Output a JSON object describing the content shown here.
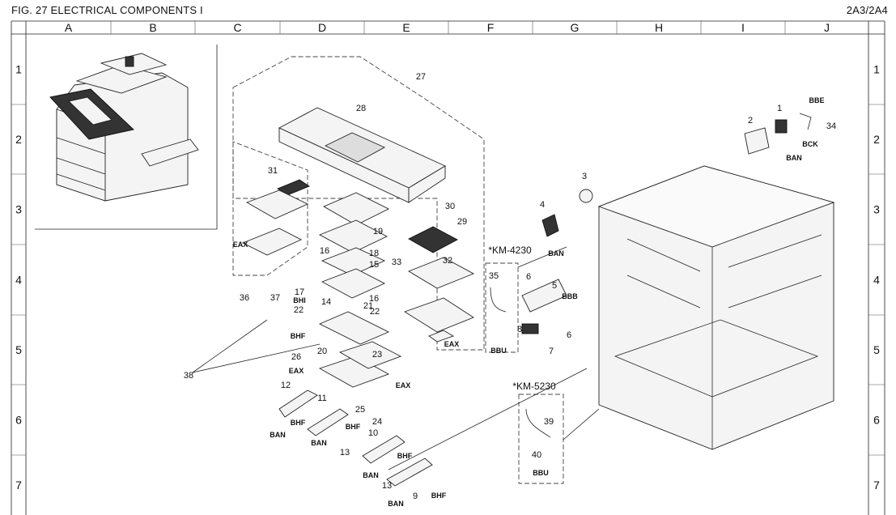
{
  "figure": {
    "title": "FIG. 27  ELECTRICAL COMPONENTS I",
    "code": "2A3/2A4"
  },
  "grid": {
    "columns": [
      "A",
      "B",
      "C",
      "D",
      "E",
      "F",
      "G",
      "H",
      "I",
      "J"
    ],
    "rows": [
      "1",
      "2",
      "3",
      "4",
      "5",
      "6",
      "7"
    ]
  },
  "callouts": [
    {
      "id": "c27",
      "text": "27"
    },
    {
      "id": "c28",
      "text": "28"
    },
    {
      "id": "c31",
      "text": "31"
    },
    {
      "id": "c19",
      "text": "19"
    },
    {
      "id": "c30",
      "text": "30"
    },
    {
      "id": "c29",
      "text": "29"
    },
    {
      "id": "c18",
      "text": "18"
    },
    {
      "id": "c15",
      "text": "15"
    },
    {
      "id": "c16a",
      "text": "16"
    },
    {
      "id": "c33",
      "text": "33"
    },
    {
      "id": "c32",
      "text": "32"
    },
    {
      "id": "c36",
      "text": "36"
    },
    {
      "id": "c37",
      "text": "37"
    },
    {
      "id": "c17",
      "text": "17"
    },
    {
      "id": "c16b",
      "text": "16"
    },
    {
      "id": "c14",
      "text": "14"
    },
    {
      "id": "c22a",
      "text": "22"
    },
    {
      "id": "c21",
      "text": "21"
    },
    {
      "id": "c22b",
      "text": "22"
    },
    {
      "id": "c20",
      "text": "20"
    },
    {
      "id": "c23",
      "text": "23"
    },
    {
      "id": "c38",
      "text": "38"
    },
    {
      "id": "c26",
      "text": "26"
    },
    {
      "id": "c12",
      "text": "12"
    },
    {
      "id": "c11",
      "text": "11"
    },
    {
      "id": "c25",
      "text": "25"
    },
    {
      "id": "c24",
      "text": "24"
    },
    {
      "id": "c13a",
      "text": "13"
    },
    {
      "id": "c10",
      "text": "10"
    },
    {
      "id": "c13b",
      "text": "13"
    },
    {
      "id": "c9",
      "text": "9"
    },
    {
      "id": "c1",
      "text": "1"
    },
    {
      "id": "c2",
      "text": "2"
    },
    {
      "id": "c34",
      "text": "34"
    },
    {
      "id": "c3",
      "text": "3"
    },
    {
      "id": "c4",
      "text": "4"
    },
    {
      "id": "c35",
      "text": "35"
    },
    {
      "id": "c6a",
      "text": "6"
    },
    {
      "id": "c5",
      "text": "5"
    },
    {
      "id": "c8",
      "text": "8"
    },
    {
      "id": "c7",
      "text": "7"
    },
    {
      "id": "c6b",
      "text": "6"
    },
    {
      "id": "c39",
      "text": "39"
    },
    {
      "id": "c40",
      "text": "40"
    }
  ],
  "screw_codes": [
    {
      "id": "s_eax1",
      "text": "EAX"
    },
    {
      "id": "s_bhi",
      "text": "BHI"
    },
    {
      "id": "s_bhf1",
      "text": "BHF"
    },
    {
      "id": "s_eax2",
      "text": "EAX"
    },
    {
      "id": "s_eax3",
      "text": "EAX"
    },
    {
      "id": "s_eax4",
      "text": "EAX"
    },
    {
      "id": "s_bhf2",
      "text": "BHF"
    },
    {
      "id": "s_bhf3",
      "text": "BHF"
    },
    {
      "id": "s_ban1",
      "text": "BAN"
    },
    {
      "id": "s_ban2",
      "text": "BAN"
    },
    {
      "id": "s_bhf4",
      "text": "BHF"
    },
    {
      "id": "s_ban3",
      "text": "BAN"
    },
    {
      "id": "s_ban4",
      "text": "BAN"
    },
    {
      "id": "s_bhf5",
      "text": "BHF"
    },
    {
      "id": "s_bbe",
      "text": "BBE"
    },
    {
      "id": "s_bck",
      "text": "BCK"
    },
    {
      "id": "s_ban5",
      "text": "BAN"
    },
    {
      "id": "s_ban6",
      "text": "BAN"
    },
    {
      "id": "s_bbb",
      "text": "BBB"
    },
    {
      "id": "s_bbu1",
      "text": "BBU"
    },
    {
      "id": "s_bbu2",
      "text": "BBU"
    }
  ],
  "model_notes": [
    {
      "id": "n4230",
      "text": "*KM-4230"
    },
    {
      "id": "n5230",
      "text": "*KM-5230"
    }
  ]
}
